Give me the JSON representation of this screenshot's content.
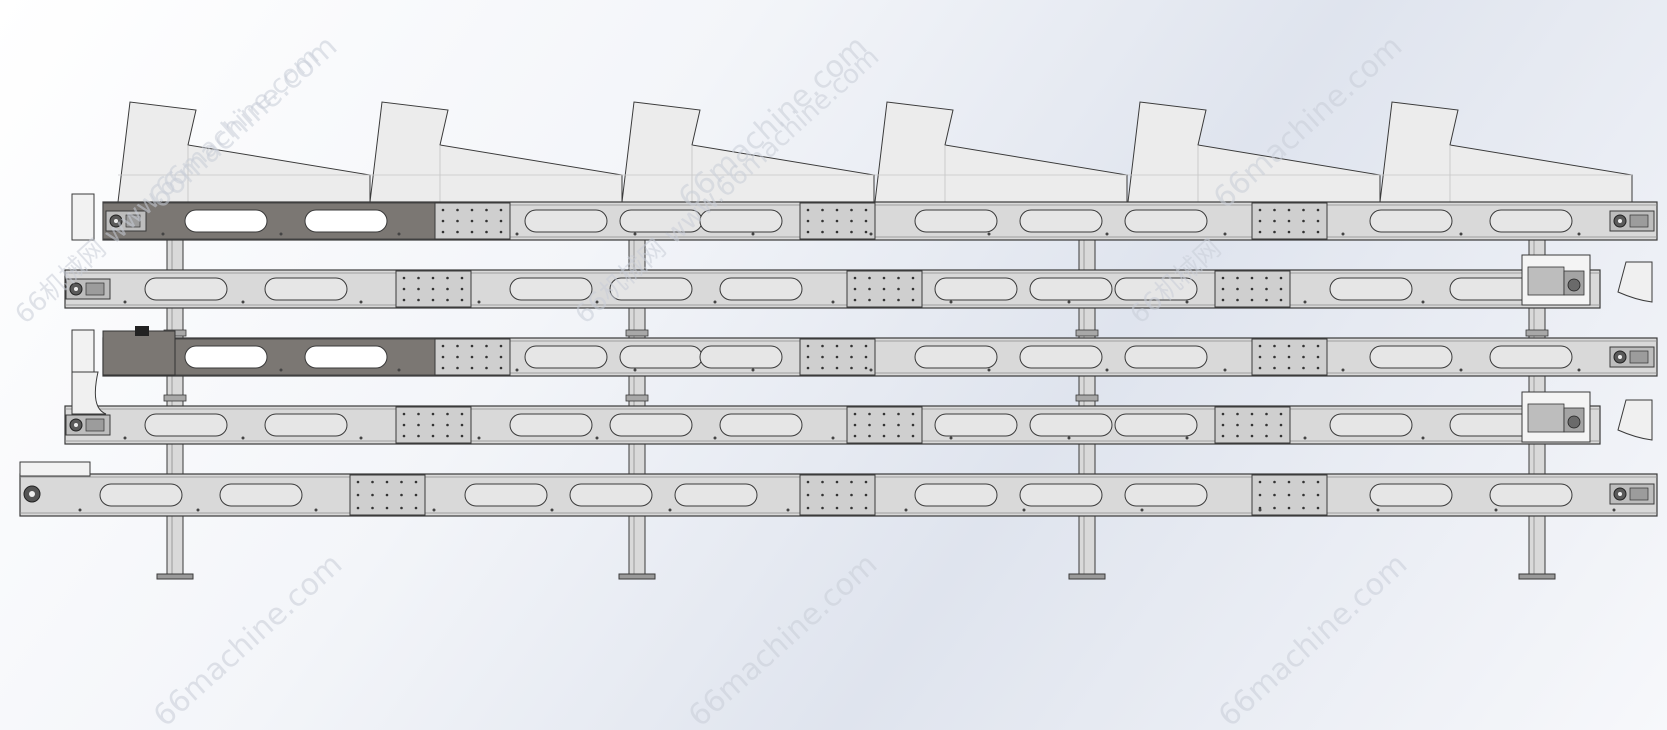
{
  "drawing": {
    "subject": "multi-tier belt conveyor, side elevation",
    "tiers": 5,
    "hoppers": 6,
    "legs": 4,
    "colors": {
      "background": "#eef1f6",
      "frame_fill": "#d9d9d9",
      "frame_stroke": "#3a3a3a",
      "slot_fill": "#e6e6e6",
      "dark_panel": "#7b7773",
      "plate_fill": "#cfcfcf",
      "hopper_fill": "#ececec",
      "motor_fill": "#bdbdbd"
    }
  },
  "watermarks": {
    "site": "66machine.com",
    "site_full": "66机械网 www.66machine.com",
    "site_cn": "66机械网"
  }
}
